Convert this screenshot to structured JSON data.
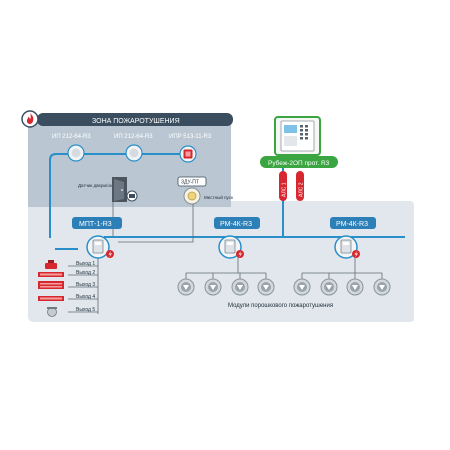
{
  "zone": {
    "title": "ЗОНА ПОЖАРОТУШЕНИЯ",
    "detectors": [
      "ИП 212-64-R3",
      "ИП 212-64-R3",
      "ИПР 513-11-R3"
    ],
    "door_sensor": "Датчик двери/окна",
    "local_start_device": "ЗДУ-ПТ",
    "local_start_label": "Местный пуск"
  },
  "controller": {
    "label": "Рубеж-2ОП прот. R3"
  },
  "bus_tags": [
    "АЛС 1",
    "АЛС 2"
  ],
  "modules": {
    "mpt": "МПТ-1-R3",
    "rm1": "РМ-4К-R3",
    "rm2": "РМ-4К-R3"
  },
  "outputs": [
    "Выход 1",
    "Выход 2",
    "Выход 3",
    "Выход 4",
    "Выход 5"
  ],
  "powder_caption": "Модули порошкового пожаротушения",
  "colors": {
    "panel": "#e1e7ec",
    "zone_panel": "#bac7d2",
    "header": "#3a4e5f",
    "line": "#2a8fc9",
    "accent_red": "#d8282f",
    "tag_blue": "#2d7fb8",
    "controller_border": "#3aa541"
  }
}
